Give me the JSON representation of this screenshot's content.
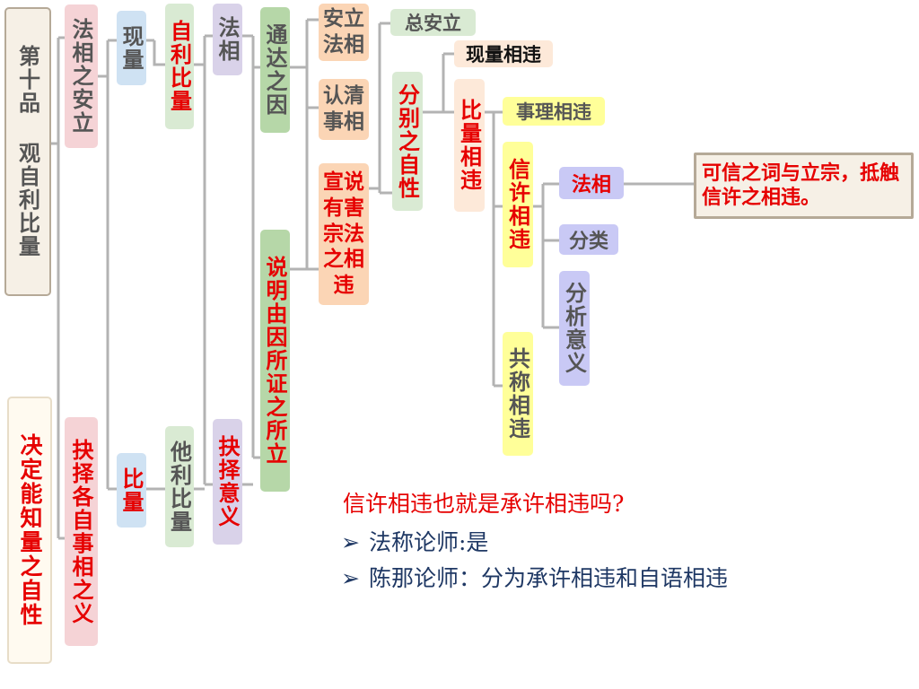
{
  "nodes": {
    "title": "第十品 观自利比量",
    "fa_xiang_an_li": "法相之安立",
    "jue_ding": "决定能知量之自性",
    "xian_liang_1": "现量",
    "jue_ze_ge_shi": "抉择各自事相之义",
    "bi_liang_1": "比量",
    "zi_li_bi_liang": "自利比量",
    "ta_li_bi_liang": "他利比量",
    "fa_xiang_2": "法相",
    "jue_ze_yi_yi": "抉择意义",
    "tong_da_zhi_yin": "通达之因",
    "shuo_ming": "说明由因所证之所立",
    "an_li_fa_xiang": "安立法相",
    "ren_qing": "认清事相",
    "xuan_shuo": "宣说有害宗法之相违",
    "zong_an_li": "总安立",
    "fen_bie": "分别之自性",
    "xian_liang_xiang_wei": "现量相违",
    "bi_liang_xiang_wei": "比量相违",
    "shi_li": "事理相违",
    "xin_xu": "信许相违",
    "gong_cheng": "共称相违",
    "fa_xiang_3": "法相",
    "fen_lei": "分类",
    "fen_xi": "分析意义",
    "definition": "可信之词与立宗，抵触信许之相违。"
  },
  "notes": {
    "question": "信许相违也就是承许相违吗?",
    "bullet_symbol": "➢",
    "item1": "法称论师:是",
    "item2": "陈那论师：分为承许相违和自语相违"
  }
}
